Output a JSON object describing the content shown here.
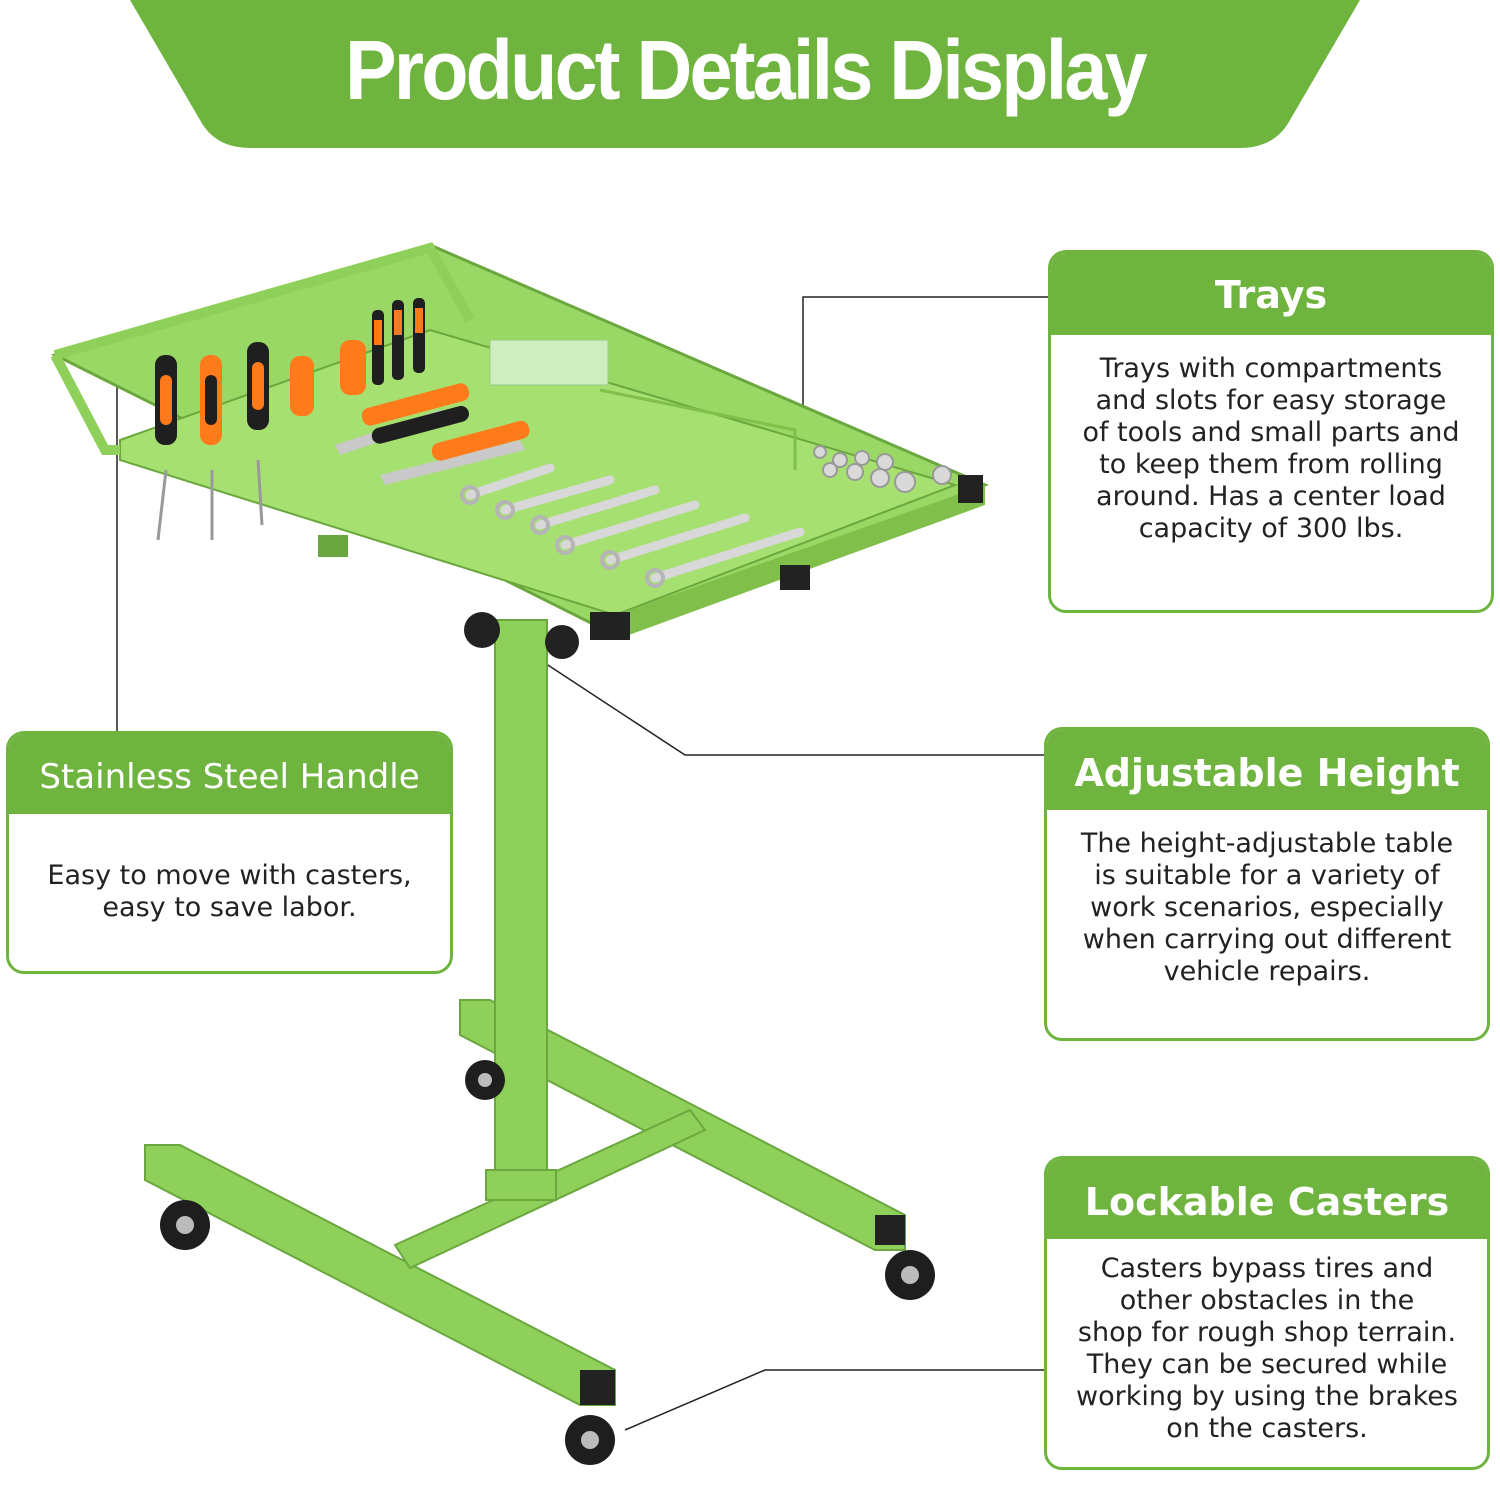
{
  "banner": {
    "title": "Product Details Display",
    "color": "#6fb43f"
  },
  "product": {
    "name": "green-mobile-tool-tray-cart",
    "frame_color": "#8fd05a",
    "accent_color": "#ff7a1a"
  },
  "features": {
    "trays": {
      "title": "Trays",
      "text": "Trays with compartments\nand slots for easy storage\nof tools and small parts and\nto keep them from rolling\naround. Has a center load\ncapacity of 300 lbs."
    },
    "handle": {
      "title": "Stainless Steel Handle",
      "text": "Easy to move with casters,\neasy to save labor."
    },
    "height": {
      "title": "Adjustable Height",
      "text": "The height-adjustable table\nis suitable for a variety of\nwork scenarios, especially\nwhen carrying out different\nvehicle repairs."
    },
    "casters": {
      "title": "Lockable Casters",
      "text": "Casters bypass tires and\nother obstacles in the\nshop for rough shop terrain.\nThey can be secured while\nworking by using the brakes\non the casters."
    }
  }
}
